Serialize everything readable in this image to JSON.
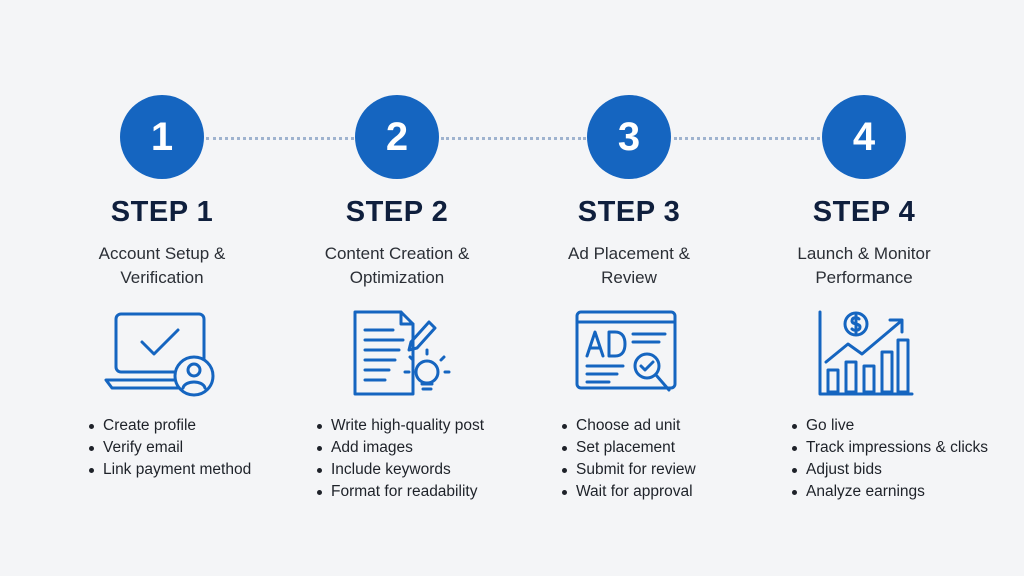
{
  "steps": [
    {
      "number": "1",
      "title": "STEP 1",
      "subtitle_lines": [
        "Account Setup &",
        "Verification"
      ],
      "icon": "laptop-check-user-icon",
      "bullets": [
        "Create profile",
        "Verify email",
        "Link payment method"
      ]
    },
    {
      "number": "2",
      "title": "STEP 2",
      "subtitle_lines": [
        "Content Creation &",
        "Optimization"
      ],
      "icon": "document-pencil-lightbulb-icon",
      "bullets": [
        "Write high-quality post",
        "Add images",
        "Include keywords",
        "Format for readability"
      ]
    },
    {
      "number": "3",
      "title": "STEP 3",
      "subtitle_lines": [
        "Ad Placement &",
        "Review"
      ],
      "icon": "ad-window-magnifier-icon",
      "bullets": [
        "Choose ad unit",
        "Set placement",
        "Submit for review",
        "Wait for approval"
      ]
    },
    {
      "number": "4",
      "title": "STEP 4",
      "subtitle_lines": [
        "Launch & Monitor",
        "Performance"
      ],
      "icon": "growth-chart-dollar-icon",
      "bullets": [
        "Go live",
        "Track impressions & clicks",
        "Adjust bids",
        "Analyze earnings"
      ]
    }
  ],
  "colors": {
    "accent": "#1565c0",
    "title": "#0f1f3d",
    "connector": "#9fb3cf",
    "background": "#f4f5f7"
  }
}
